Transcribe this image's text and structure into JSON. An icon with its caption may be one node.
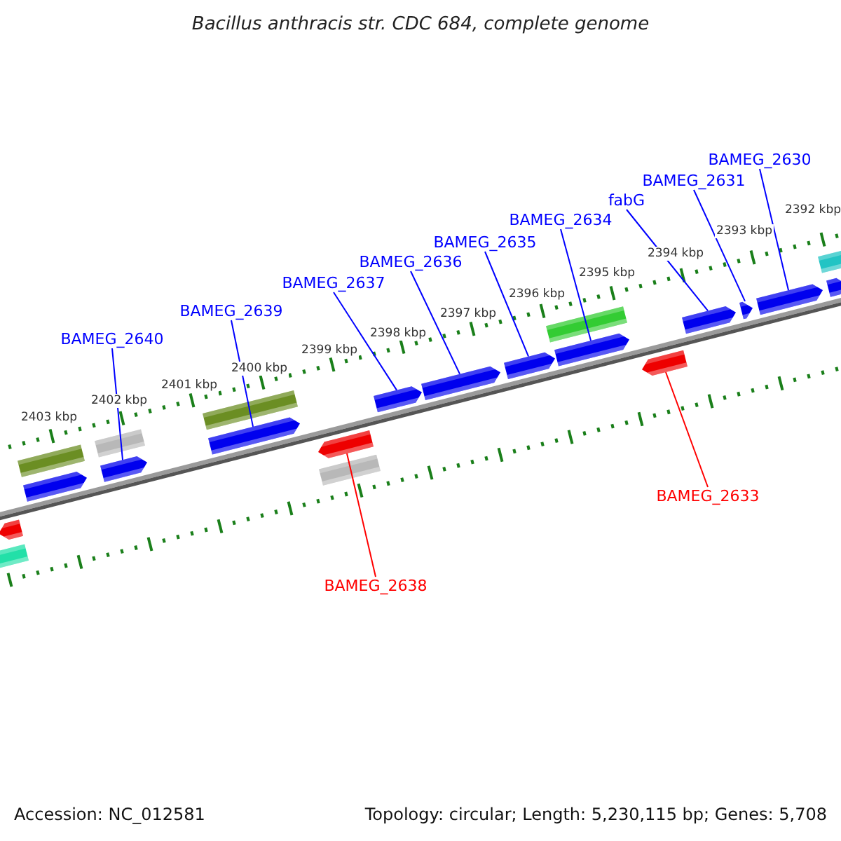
{
  "diagram": {
    "title": "Bacillus anthracis str. CDC 684, complete genome",
    "nodes": [
      {
        "text": [
          "BAMEG_2630"
        ]
      },
      {
        "text": [
          "BAMEG_2631"
        ]
      },
      {
        "text": [
          "fabG"
        ]
      },
      {
        "text": [
          "BAMEG_2634"
        ]
      },
      {
        "text": [
          "BAMEG_2635"
        ]
      },
      {
        "text": [
          "BAMEG_2636"
        ]
      },
      {
        "text": [
          "BAMEG_2637"
        ]
      },
      {
        "text": [
          "BAMEG_2639"
        ]
      },
      {
        "text": [
          "BAMEG_2640"
        ]
      },
      {
        "text": [
          "BAMEG_2633"
        ]
      },
      {
        "text": [
          "BAMEG_2638"
        ]
      },
      {
        "text": [],
        "shape": "arrow"
      },
      {
        "text": [],
        "shape": "bar"
      },
      {
        "text": [],
        "shape": "bar"
      },
      {
        "text": [],
        "shape": "arrow"
      },
      {
        "text": [],
        "shape": "bar"
      },
      {
        "text": [],
        "shape": "arrow"
      },
      {
        "text": [],
        "shape": "bar"
      },
      {
        "text": [],
        "shape": "arrow"
      },
      {
        "text": [],
        "shape": "arrow"
      },
      {
        "text": [],
        "shape": "bar"
      },
      {
        "text": [],
        "shape": "arrow"
      },
      {
        "text": [],
        "shape": "arrow"
      },
      {
        "text": [],
        "shape": "arrow"
      },
      {
        "text": [],
        "shape": "bar"
      },
      {
        "text": [],
        "shape": "arrow"
      },
      {
        "text": [],
        "shape": "arrow"
      },
      {
        "text": [],
        "shape": "arrow"
      },
      {
        "text": [],
        "shape": "arrow"
      },
      {
        "text": [],
        "shape": "arrow"
      },
      {
        "text": [],
        "shape": "bar"
      },
      {
        "text": [],
        "shape": "arrow"
      }
    ],
    "edges": [
      {
        "from": 0,
        "to": 29,
        "arrow": "none"
      },
      {
        "from": 1,
        "to": 28,
        "arrow": "none"
      },
      {
        "from": 2,
        "to": 27,
        "arrow": "none"
      },
      {
        "from": 3,
        "to": 25,
        "arrow": "none"
      },
      {
        "from": 4,
        "to": 23,
        "arrow": "none"
      },
      {
        "from": 5,
        "to": 22,
        "arrow": "none"
      },
      {
        "from": 6,
        "to": 21,
        "arrow": "none"
      },
      {
        "from": 7,
        "to": 18,
        "arrow": "none"
      },
      {
        "from": 8,
        "to": 16,
        "arrow": "none"
      },
      {
        "from": 9,
        "to": 26,
        "arrow": "none",
        "color": "#ff0000"
      },
      {
        "from": 10,
        "to": 19,
        "arrow": "none",
        "color": "#ff0000"
      }
    ],
    "labels": [
      "2392 kbp",
      "2393 kbp",
      "2394 kbp",
      "2395 kbp",
      "2396 kbp",
      "2397 kbp",
      "2398 kbp",
      "2399 kbp",
      "2400 kbp",
      "2401 kbp",
      "2402 kbp",
      "2403 kbp",
      "Accession: NC_012581",
      "Topology: circular; Length: 5,230,115 bp; Genes: 5,708"
    ]
  }
}
